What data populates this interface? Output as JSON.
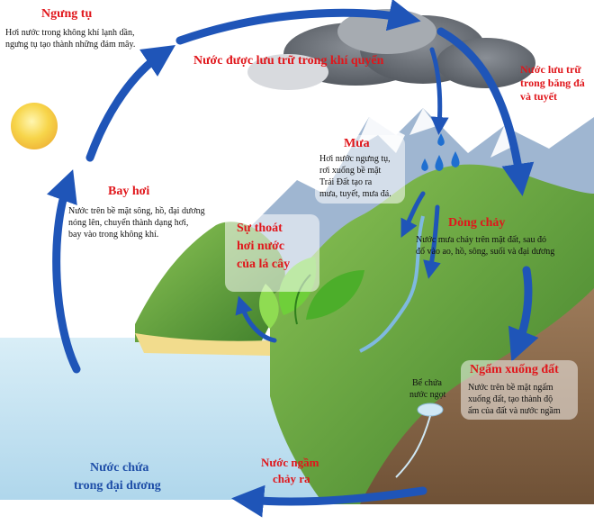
{
  "labels": {
    "condensation_title": "Ngưng tụ",
    "condensation_desc_1": "Hơi nước trong không khí lạnh dần,",
    "condensation_desc_2": "ngưng tụ tạo thành những đám mây.",
    "atmosphere_storage": "Nước được lưu trữ trong khí quyển",
    "ice_storage_1": "Nước lưu trữ",
    "ice_storage_2": "trong băng đá",
    "ice_storage_3": "và tuyết",
    "rain_title": "Mưa",
    "rain_desc_1": "Hơi nước ngưng tụ,",
    "rain_desc_2": "rơi xuống bề mặt",
    "rain_desc_3": "Trái Đất tạo ra",
    "rain_desc_4": "mưa, tuyết, mưa đá.",
    "evaporation_title": "Bay hơi",
    "evaporation_desc_1": "Nước trên bề mặt sông, hồ, đại dương",
    "evaporation_desc_2": "nóng lên, chuyển thành dạng hơi,",
    "evaporation_desc_3": "bay vào trong không khí.",
    "transpiration_1": "Sự thoát",
    "transpiration_2": "hơi nước",
    "transpiration_3": "của lá cây",
    "runoff_title": "Dòng chảy",
    "runoff_desc_1": "Nước mưa chảy trên mặt đất, sau đó",
    "runoff_desc_2": "đổ vào ao, hồ, sông, suối và đại dương",
    "infiltration_title": "Ngấm xuống đất",
    "infiltration_desc_1": "Nước trên bề mặt ngấm",
    "infiltration_desc_2": "xuống đất, tạo thành độ",
    "infiltration_desc_3": "ẩm của đất và nước ngầm",
    "freshwater_1": "Bể chứa",
    "freshwater_2": "nước ngọt",
    "groundwater_out_1": "Nước ngầm",
    "groundwater_out_2": "chảy ra",
    "ocean_storage_1": "Nước chứa",
    "ocean_storage_2": "trong đại dương"
  },
  "colors": {
    "title_red": "#e0161b",
    "arrow_blue": "#1f55b8",
    "ocean_text_blue": "#1f4fa8",
    "sea": "#bfe0ef",
    "mountain_green": "#6fae3f",
    "soil_brown": "#8a6a4c"
  }
}
